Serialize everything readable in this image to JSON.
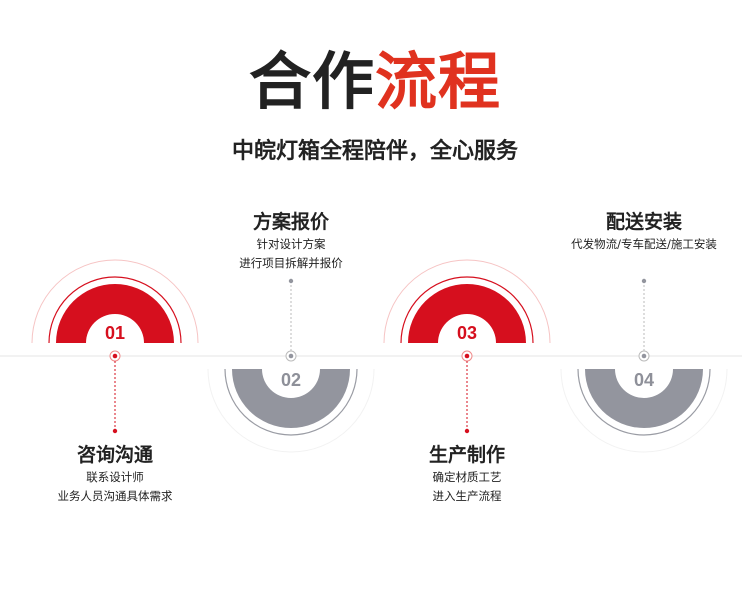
{
  "header": {
    "title_main": "合作",
    "title_accent": "流程",
    "subtitle": "中皖灯箱全程陪伴，全心服务"
  },
  "colors": {
    "accent": "#d60f1e",
    "title_accent": "#e0321f",
    "gray": "#93959e"
  },
  "steps": [
    {
      "number": "01",
      "title": "咨询沟通",
      "lines": [
        "联系设计师",
        "业务人员沟通具体需求"
      ]
    },
    {
      "number": "02",
      "title": "方案报价",
      "lines": [
        "针对设计方案",
        "进行项目拆解并报价"
      ]
    },
    {
      "number": "03",
      "title": "生产制作",
      "lines": [
        "确定材质工艺",
        "进入生产流程"
      ]
    },
    {
      "number": "04",
      "title": "配送安装",
      "lines": [
        "代发物流/专车配送/施工安装"
      ]
    }
  ]
}
